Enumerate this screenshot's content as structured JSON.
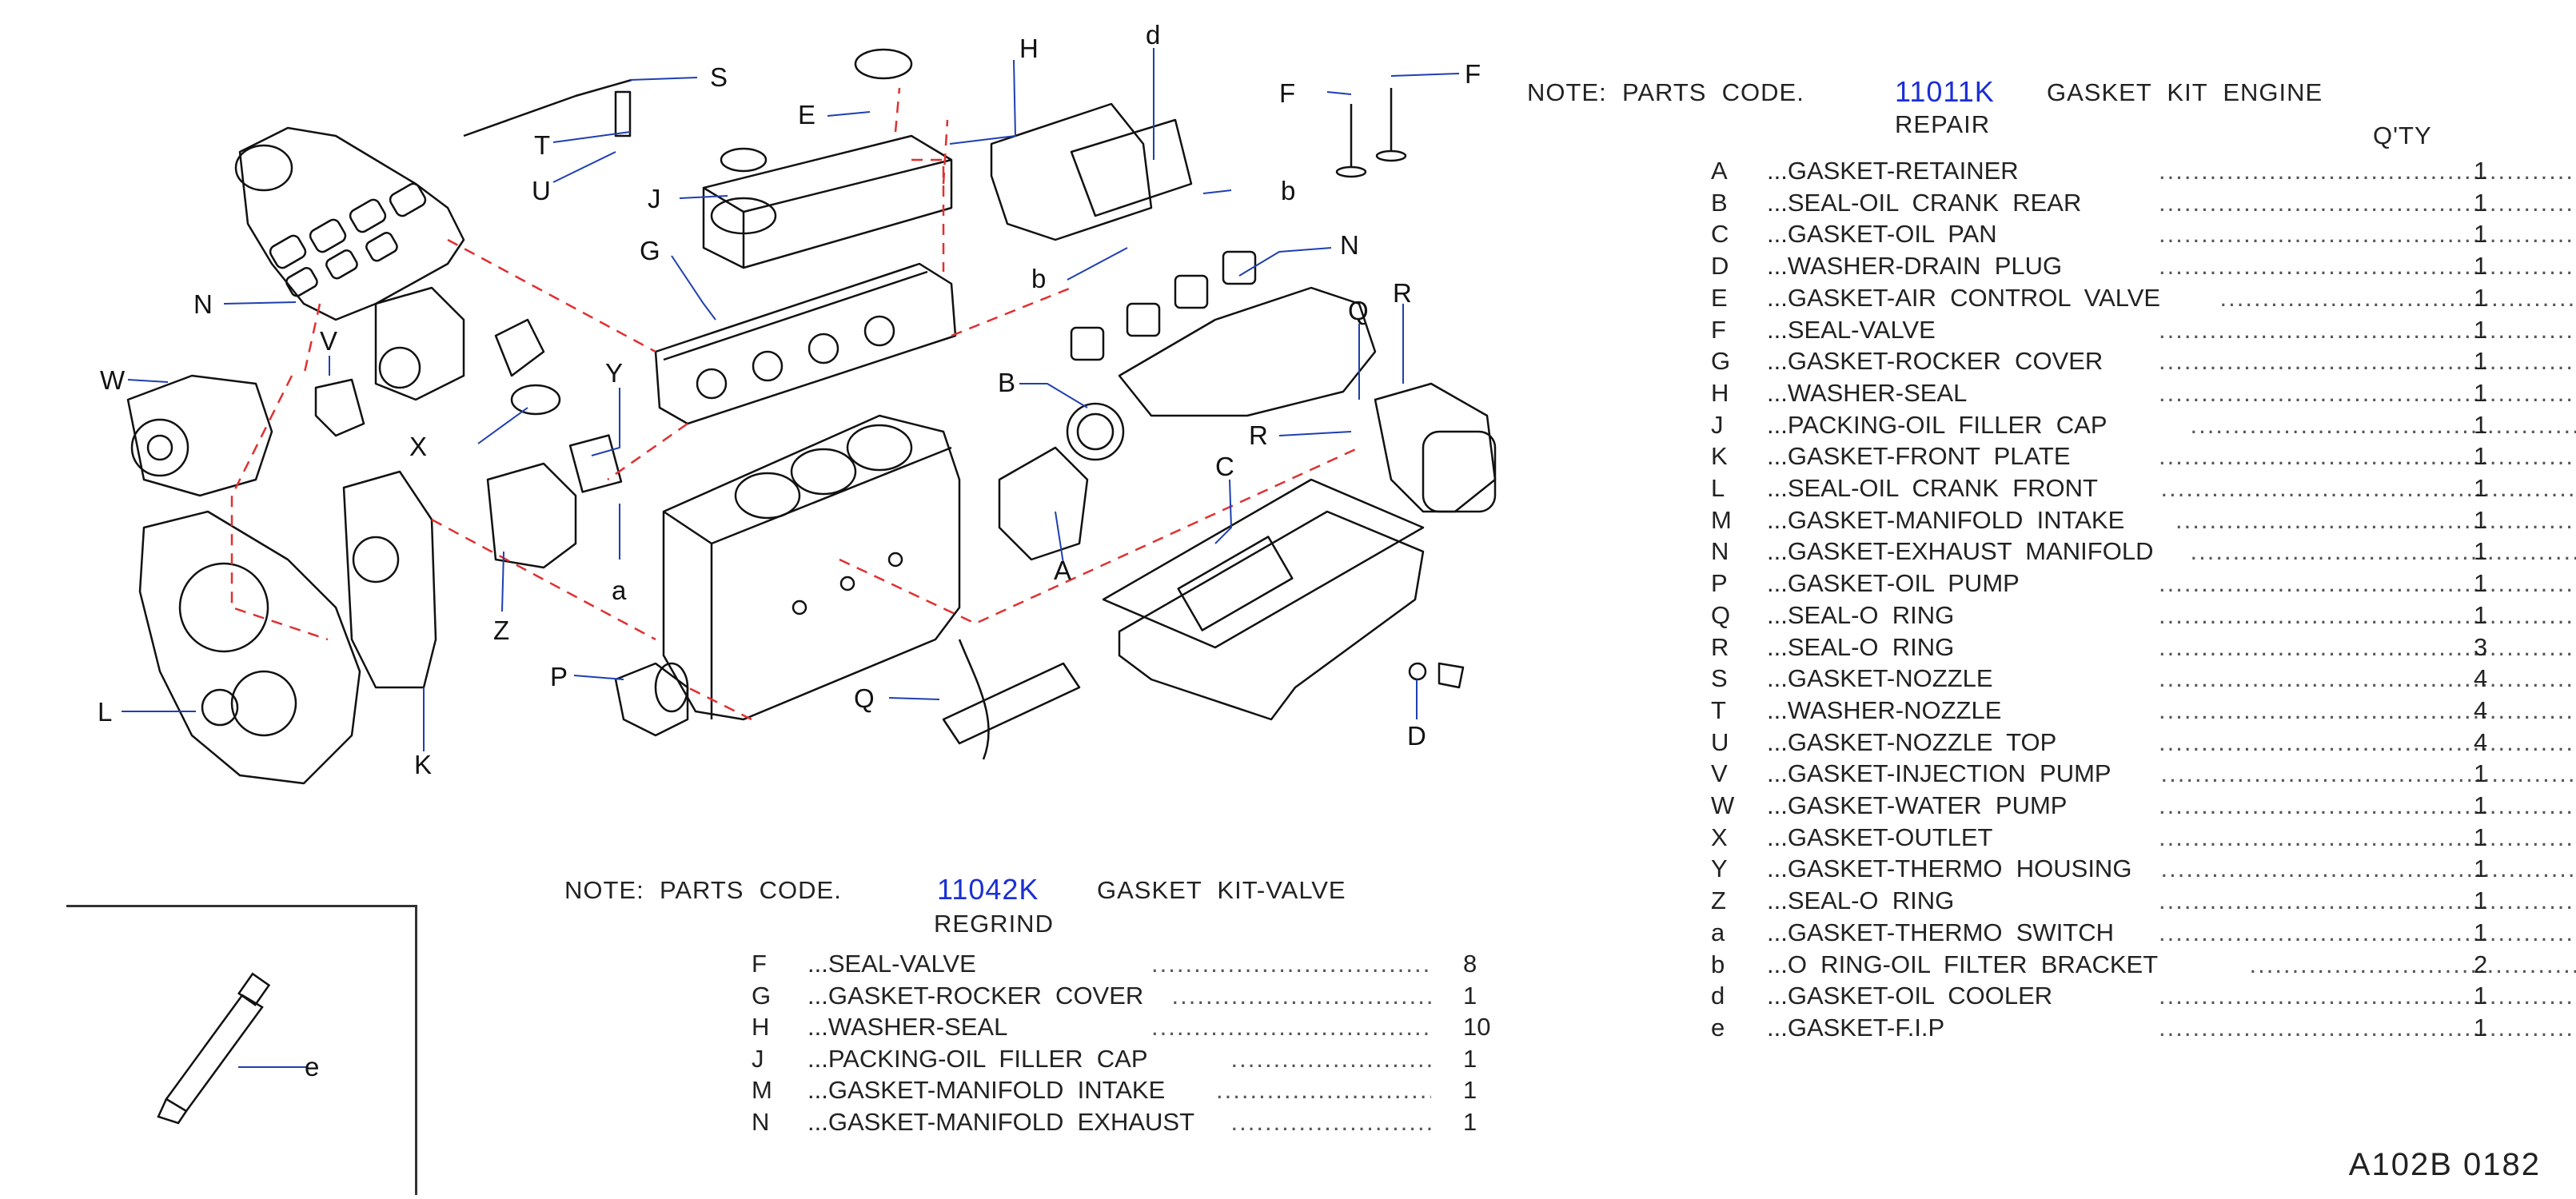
{
  "kit_main": {
    "note": "NOTE:  PARTS  CODE.",
    "code": "11011K",
    "title": "GASKET  KIT  ENGINE",
    "subtitle": "REPAIR",
    "qty_header": "Q'TY",
    "rows": [
      {
        "key": "A",
        "name": "...GASKET-RETAINER",
        "qty": "1"
      },
      {
        "key": "B",
        "name": "...SEAL-OIL  CRANK  REAR",
        "qty": "1"
      },
      {
        "key": "C",
        "name": "...GASKET-OIL  PAN",
        "qty": "1"
      },
      {
        "key": "D",
        "name": "...WASHER-DRAIN  PLUG",
        "qty": "1"
      },
      {
        "key": "E",
        "name": "...GASKET-AIR  CONTROL  VALVE",
        "qty": "1"
      },
      {
        "key": "F",
        "name": "...SEAL-VALVE",
        "qty": "1"
      },
      {
        "key": "G",
        "name": "...GASKET-ROCKER  COVER",
        "qty": "1"
      },
      {
        "key": "H",
        "name": "...WASHER-SEAL",
        "qty": "1"
      },
      {
        "key": "J",
        "name": "...PACKING-OIL  FILLER  CAP",
        "qty": "1"
      },
      {
        "key": "K",
        "name": "...GASKET-FRONT  PLATE",
        "qty": "1"
      },
      {
        "key": "L",
        "name": "...SEAL-OIL  CRANK  FRONT",
        "qty": "1"
      },
      {
        "key": "M",
        "name": "...GASKET-MANIFOLD  INTAKE",
        "qty": "1"
      },
      {
        "key": "N",
        "name": "...GASKET-EXHAUST  MANIFOLD",
        "qty": "1"
      },
      {
        "key": "P",
        "name": "...GASKET-OIL  PUMP",
        "qty": "1"
      },
      {
        "key": "Q",
        "name": "...SEAL-O  RING",
        "qty": "1"
      },
      {
        "key": "R",
        "name": "...SEAL-O  RING",
        "qty": "3"
      },
      {
        "key": "S",
        "name": "...GASKET-NOZZLE",
        "qty": "4"
      },
      {
        "key": "T",
        "name": "...WASHER-NOZZLE",
        "qty": "4"
      },
      {
        "key": "U",
        "name": "...GASKET-NOZZLE  TOP",
        "qty": "4"
      },
      {
        "key": "V",
        "name": "...GASKET-INJECTION  PUMP",
        "qty": "1"
      },
      {
        "key": "W",
        "name": "...GASKET-WATER  PUMP",
        "qty": "1"
      },
      {
        "key": "X",
        "name": "...GASKET-OUTLET",
        "qty": "1"
      },
      {
        "key": "Y",
        "name": "...GASKET-THERMO  HOUSING",
        "qty": "1"
      },
      {
        "key": "Z",
        "name": "...SEAL-O  RING",
        "qty": "1"
      },
      {
        "key": "a",
        "name": "...GASKET-THERMO  SWITCH",
        "qty": "1"
      },
      {
        "key": "b",
        "name": "...O  RING-OIL  FILTER  BRACKET",
        "qty": "2"
      },
      {
        "key": "d",
        "name": "...GASKET-OIL  COOLER",
        "qty": "1"
      },
      {
        "key": "e",
        "name": "...GASKET-F.I.P",
        "qty": "1"
      }
    ]
  },
  "kit_valve": {
    "note": "NOTE:  PARTS  CODE.",
    "code": "11042K",
    "title": "GASKET  KIT-VALVE",
    "subtitle": "REGRIND",
    "rows": [
      {
        "key": "F",
        "name": "...SEAL-VALVE",
        "qty": "8"
      },
      {
        "key": "G",
        "name": "...GASKET-ROCKER  COVER",
        "qty": "1"
      },
      {
        "key": "H",
        "name": "...WASHER-SEAL",
        "qty": "10"
      },
      {
        "key": "J",
        "name": "...PACKING-OIL  FILLER  CAP",
        "qty": "1"
      },
      {
        "key": "M",
        "name": "...GASKET-MANIFOLD  INTAKE",
        "qty": "1"
      },
      {
        "key": "N",
        "name": "...GASKET-MANIFOLD  EXHAUST",
        "qty": "1"
      }
    ]
  },
  "inset_label": "e",
  "footer": "A102B  0182",
  "diagram_labels": {
    "S": "S",
    "E": "E",
    "H": "H",
    "d": "d",
    "F1": "F",
    "F2": "F",
    "T": "T",
    "U": "U",
    "J": "J",
    "b1": "b",
    "G": "G",
    "b2": "b",
    "N1": "N",
    "N2": "N",
    "W": "W",
    "V": "V",
    "Q1": "Q",
    "R1": "R",
    "Y": "Y",
    "X": "X",
    "B": "B",
    "R2": "R",
    "C": "C",
    "a": "a",
    "A": "A",
    "Z": "Z",
    "P": "P",
    "L": "L",
    "Q2": "Q",
    "K": "K",
    "D": "D"
  },
  "colors": {
    "leader": "#1f3fb0",
    "dashed": "#e03030",
    "ink": "#111",
    "code": "#1a2fd6"
  }
}
